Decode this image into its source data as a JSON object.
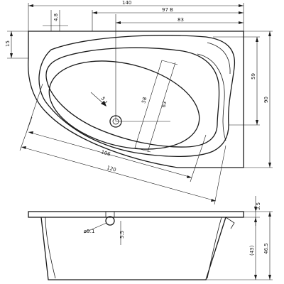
{
  "dimensions": {
    "overall_width": "140",
    "inner_width": "97 B",
    "basin_width": "83",
    "top_offset": "4.8",
    "left_offset": "15",
    "inner_depth": "59",
    "overall_depth": "90",
    "basin_length": "106",
    "overall_length": "120",
    "bottom_width": "58",
    "bottom_top_width": "63",
    "drain_slope": "5.1",
    "rim_height": "3.5",
    "inside_depth": "(43)",
    "total_height": "46.5",
    "drain_offset": "5.5",
    "drain_diameter": "ø5.1"
  }
}
